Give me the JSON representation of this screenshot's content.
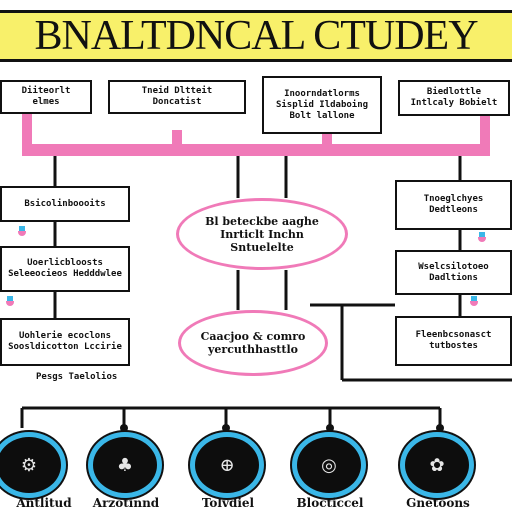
{
  "title": "BNALTDNCAL CTUDEY",
  "top_boxes": [
    "Diiteorlt elmes",
    "Tneid Dltteit Doncatist",
    "Inoorndatlorms Sisplid Ildaboing Bolt lallone",
    "Biedlottle Intlcaly Bobielt"
  ],
  "center_ovals": [
    "Bl beteckbe aaghe Inrticlt Inchn Sntuelelte",
    "Caacjoo & comro yercuthhasttlo"
  ],
  "left_boxes": [
    "Bsicolinboooits",
    "Uoerlicbloosts Seleeocieos Hedddwlee",
    "Uohlerie ecoclons Soosldicotton Lccirie"
  ],
  "left_caption": "Pesgs Taelolios",
  "right_boxes": [
    "Tnoeglchyes Dedtleons",
    "Wselcsilotoeo Dadltions",
    "Fleenbcsonasct tutbostes"
  ],
  "bottom_items": [
    {
      "icon": "gear-icon",
      "glyph": "⚙",
      "label": "Antlitud"
    },
    {
      "icon": "tree-icon",
      "glyph": "♣",
      "label": "Arzotinnd"
    },
    {
      "icon": "globe-icon",
      "glyph": "⊕",
      "label": "Tolvdiel"
    },
    {
      "icon": "gauge-icon",
      "glyph": "◎",
      "label": "Blocticcel"
    },
    {
      "icon": "stamp-icon",
      "glyph": "✿",
      "label": "Gnetoons"
    }
  ],
  "colors": {
    "title_bg": "#f8f06a",
    "connector_pink": "#f07ab8",
    "ring_blue": "#3ab7e8",
    "line": "#111111"
  }
}
